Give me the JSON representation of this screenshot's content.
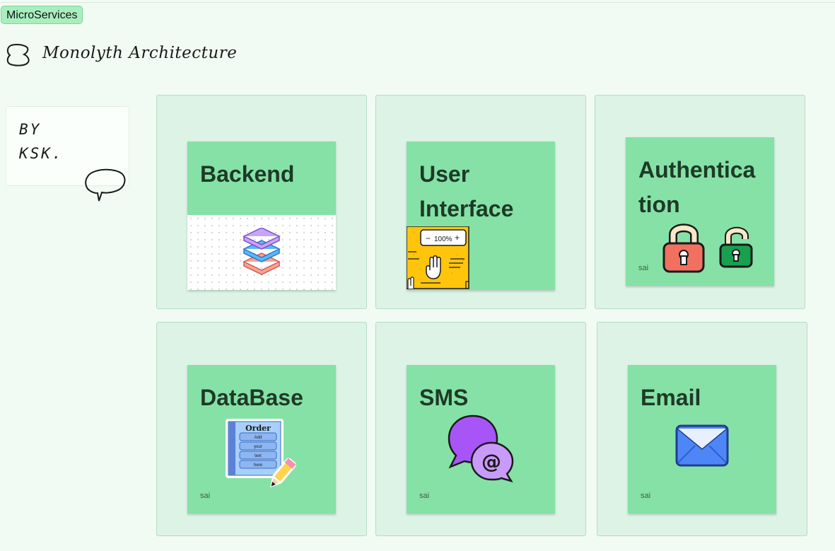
{
  "section": {
    "label": "MicroServices"
  },
  "heading": {
    "text": "Monolyth Architecture",
    "icon": "blob-shape-icon"
  },
  "note": {
    "line1": "BY",
    "line2": "KSK."
  },
  "colors": {
    "sticky": "#86e1a6",
    "cell": "#dcf3e5",
    "tag": "#a9eebe",
    "background": "#f1fbf3"
  },
  "cards": [
    {
      "title": "Backend",
      "author": "",
      "icon": "layers-stack-icon"
    },
    {
      "title": "User Interface",
      "author": "",
      "icon": "zoom-hand-icon",
      "zoom_label": "100%",
      "minus": "−",
      "plus": "+"
    },
    {
      "title": "Authentica tion",
      "author": "sai",
      "icon": "padlock-icon"
    },
    {
      "title": "DataBase",
      "author": "sai",
      "icon": "order-form-icon",
      "form": {
        "title": "Order",
        "rows": [
          "Add",
          "your",
          "text",
          "here"
        ]
      }
    },
    {
      "title": "SMS",
      "author": "sai",
      "icon": "chat-bubble-at-icon",
      "at": "@"
    },
    {
      "title": "Email",
      "author": "sai",
      "icon": "envelope-icon"
    }
  ]
}
